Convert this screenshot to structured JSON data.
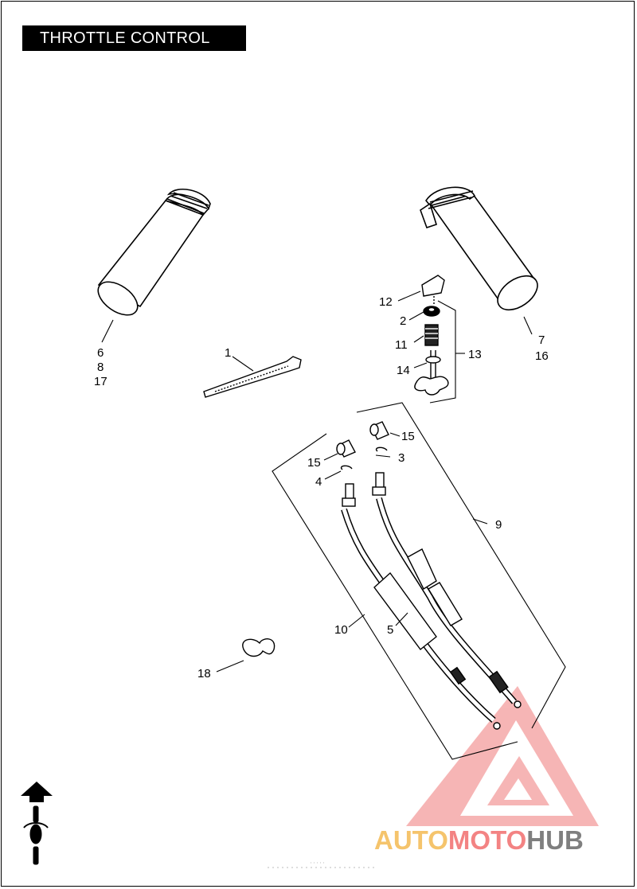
{
  "title": "THROTTLE CONTROL",
  "callouts": {
    "c1": "1",
    "c2": "2",
    "c3": "3",
    "c4": "4",
    "c5": "5",
    "c6": "6",
    "c7": "7",
    "c8": "8",
    "c9": "9",
    "c10": "10",
    "c11": "11",
    "c12": "12",
    "c13": "13",
    "c14": "14",
    "c15a": "15",
    "c15b": "15",
    "c16": "16",
    "c17": "17",
    "c18": "18"
  },
  "watermark": {
    "part1": "AUTO",
    "part2": "MOTO",
    "part3": "HUB",
    "color_primary": "#f2b13c",
    "color_secondary": "#f05a5a",
    "color_tertiary": "#555555"
  }
}
